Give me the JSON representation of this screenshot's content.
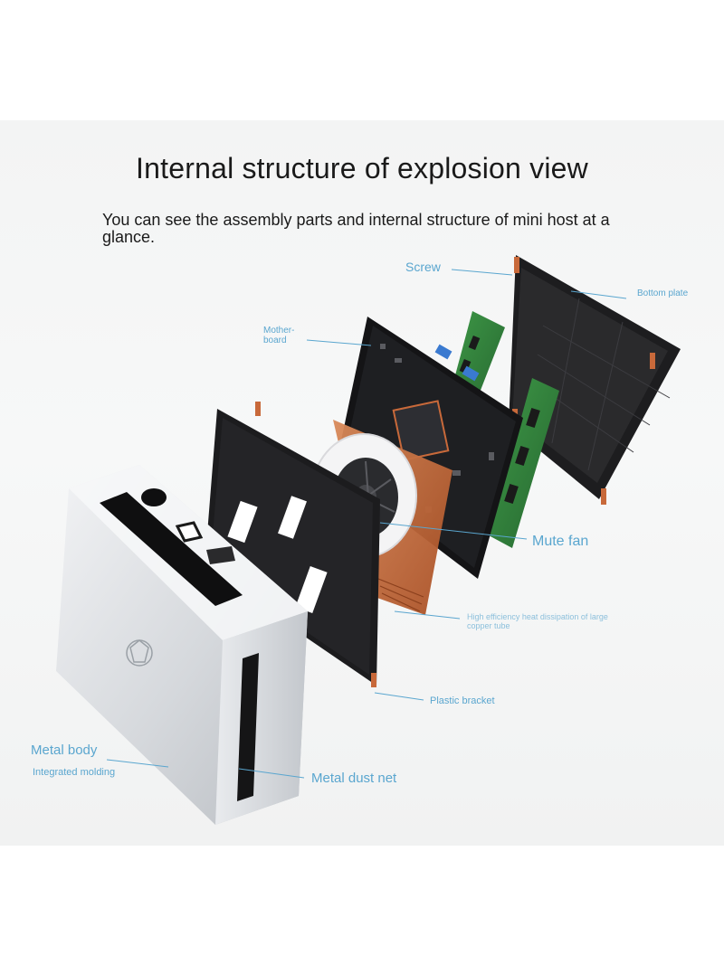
{
  "heading": {
    "title": "Internal structure of explosion view",
    "subtitle": "You can see the assembly parts and internal structure of mini host at a glance."
  },
  "labels": {
    "screw": "Screw",
    "bottom_plate": "Bottom plate",
    "motherboard": "Mother-board",
    "mute_fan": "Mute fan",
    "copper_tube": "High efficiency heat dissipation of large copper tube",
    "plastic_bracket": "Plastic bracket",
    "metal_body": "Metal body",
    "integrated_molding": "Integrated molding",
    "metal_dust_net": "Metal dust net"
  },
  "colors": {
    "label_blue": "#5aa6cf",
    "copper": "#c8693a",
    "pcb_green": "#2f7d3a",
    "dark_part": "#1c1c1e",
    "aluminium": "#d6d9dd"
  }
}
